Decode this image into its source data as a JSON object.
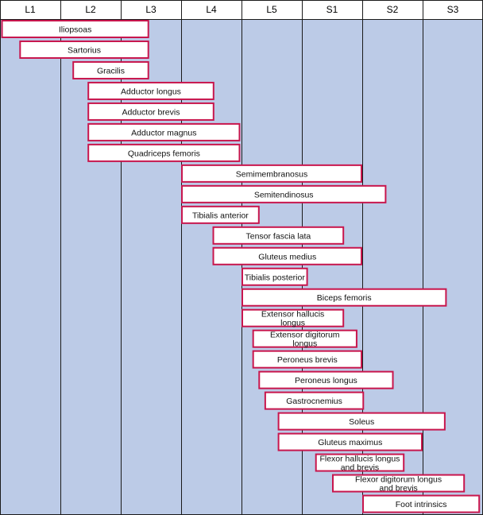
{
  "colors": {
    "background": "#bccbe7",
    "header": "#ffffff",
    "grid": "#1a1a1a",
    "bar_fill": "#ffffff",
    "bar_border": "#c8164d"
  },
  "segments": [
    "L1",
    "L2",
    "L3",
    "L4",
    "L5",
    "S1",
    "S2",
    "S3"
  ],
  "muscles": [
    {
      "name": "Iliopsoas",
      "start": 0.02,
      "end": 2.47
    },
    {
      "name": "Sartorius",
      "start": 0.32,
      "end": 2.47
    },
    {
      "name": "Gracilis",
      "start": 1.2,
      "end": 2.47
    },
    {
      "name": "Adductor longus",
      "start": 1.45,
      "end": 3.55
    },
    {
      "name": "Adductor brevis",
      "start": 1.45,
      "end": 3.55
    },
    {
      "name": "Adductor magnus",
      "start": 1.45,
      "end": 3.98
    },
    {
      "name": "Quadriceps femoris",
      "start": 1.45,
      "end": 3.98
    },
    {
      "name": "Semimembranosus",
      "start": 3.0,
      "end": 6.0
    },
    {
      "name": "Semitendinosus",
      "start": 3.0,
      "end": 6.4
    },
    {
      "name": "Tibialis anterior",
      "start": 3.0,
      "end": 4.3
    },
    {
      "name": "Tensor fascia lata",
      "start": 3.52,
      "end": 5.7
    },
    {
      "name": "Gluteus medius",
      "start": 3.52,
      "end": 6.0
    },
    {
      "name": "Tibialis posterior",
      "start": 4.0,
      "end": 5.1
    },
    {
      "name": "Biceps femoris",
      "start": 4.0,
      "end": 7.4
    },
    {
      "name": "Extensor hallucis longus",
      "start": 4.0,
      "end": 5.7
    },
    {
      "name": "Extensor digitorum longus",
      "start": 4.18,
      "end": 5.92
    },
    {
      "name": "Peroneus brevis",
      "start": 4.18,
      "end": 6.0
    },
    {
      "name": "Peroneus longus",
      "start": 4.28,
      "end": 6.52
    },
    {
      "name": "Gastrocnemius",
      "start": 4.38,
      "end": 6.03
    },
    {
      "name": "Soleus",
      "start": 4.6,
      "end": 7.38
    },
    {
      "name": "Gluteus maximus",
      "start": 4.6,
      "end": 7.0
    },
    {
      "name": "Flexor hallucis longus and brevis",
      "start": 5.22,
      "end": 6.7
    },
    {
      "name": "Flexor digitorum longus and brevis",
      "start": 5.5,
      "end": 7.7
    },
    {
      "name": "Foot intrinsics",
      "start": 6.0,
      "end": 7.95
    }
  ]
}
